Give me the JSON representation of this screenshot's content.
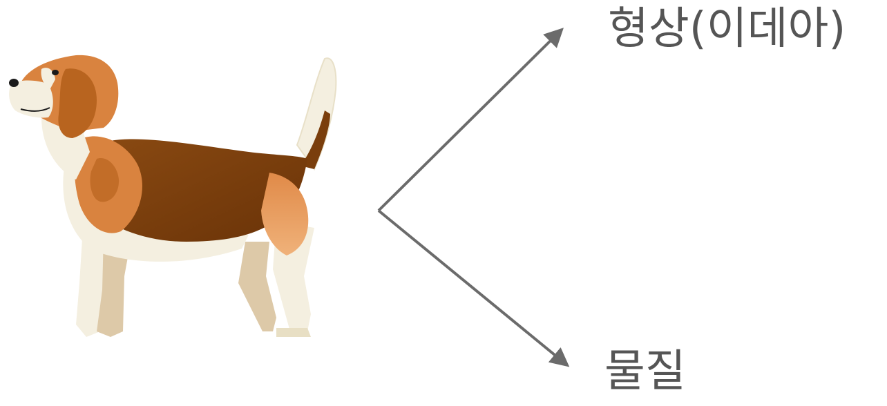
{
  "diagram": {
    "subject": {
      "icon": "beagle-dog-illustration"
    },
    "branches": [
      {
        "label": "형상(이데아)"
      },
      {
        "label": "물질"
      }
    ],
    "colors": {
      "arrow": "#6b6b6b",
      "text": "#555555",
      "dog_dark": "#7a3e0c",
      "dog_orange": "#d9833f",
      "dog_cream": "#f4efe0",
      "dog_tan": "#ddc9a8"
    }
  }
}
